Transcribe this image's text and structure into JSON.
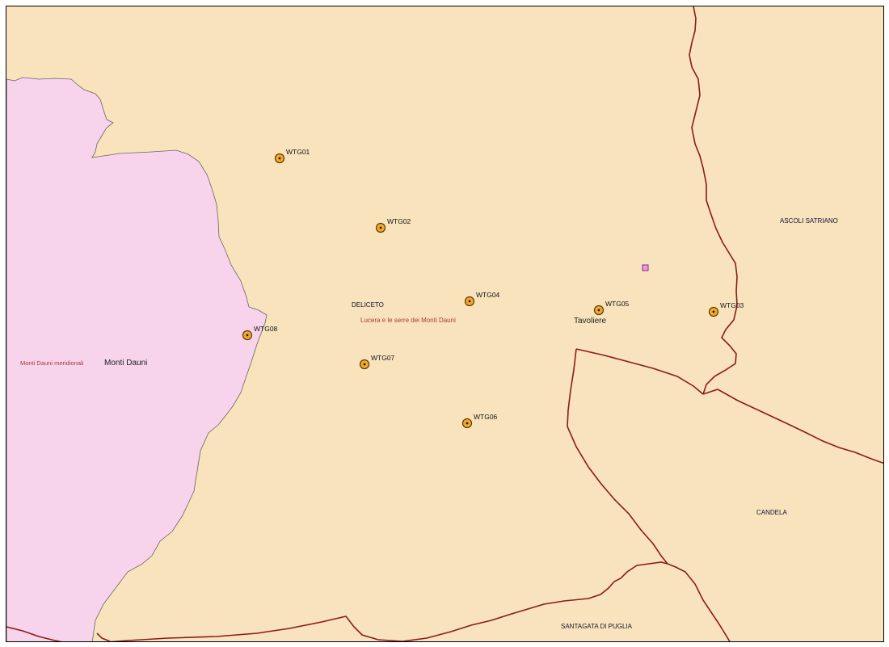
{
  "colors": {
    "land": "#f9e3bd",
    "monti_dauni_region": "#f8d3ec",
    "boundary": "#8b1a1a",
    "region_boundary": "#555555",
    "turbine_fill": "#f2a92b",
    "turbine_stroke": "#5a3a00",
    "substation": "#e79be0",
    "label_dark": "#111133",
    "label_red": "#a33b3b"
  },
  "turbines": [
    {
      "id": "WTG01"
    },
    {
      "id": "WTG02"
    },
    {
      "id": "WTG03"
    },
    {
      "id": "WTG04"
    },
    {
      "id": "WTG05"
    },
    {
      "id": "WTG06"
    },
    {
      "id": "WTG07"
    },
    {
      "id": "WTG08"
    }
  ],
  "labels": {
    "deliceto": "DELICETO",
    "ascoli_satriano": "ASCOLI SATRIANO",
    "candela": "CANDELA",
    "sant_agata": "SANTAGATA DI PUGLIA",
    "tavoliere": "Tavoliere",
    "lucera_area": "Lucera e le serre dei Monti Dauni",
    "monti_dauni": "Monti Dauni",
    "monti_dauni_meridionali": "Monti Dauni meridionali"
  },
  "icons": {
    "turbine": "wind-turbine-marker-icon",
    "substation": "substation-marker-icon"
  }
}
